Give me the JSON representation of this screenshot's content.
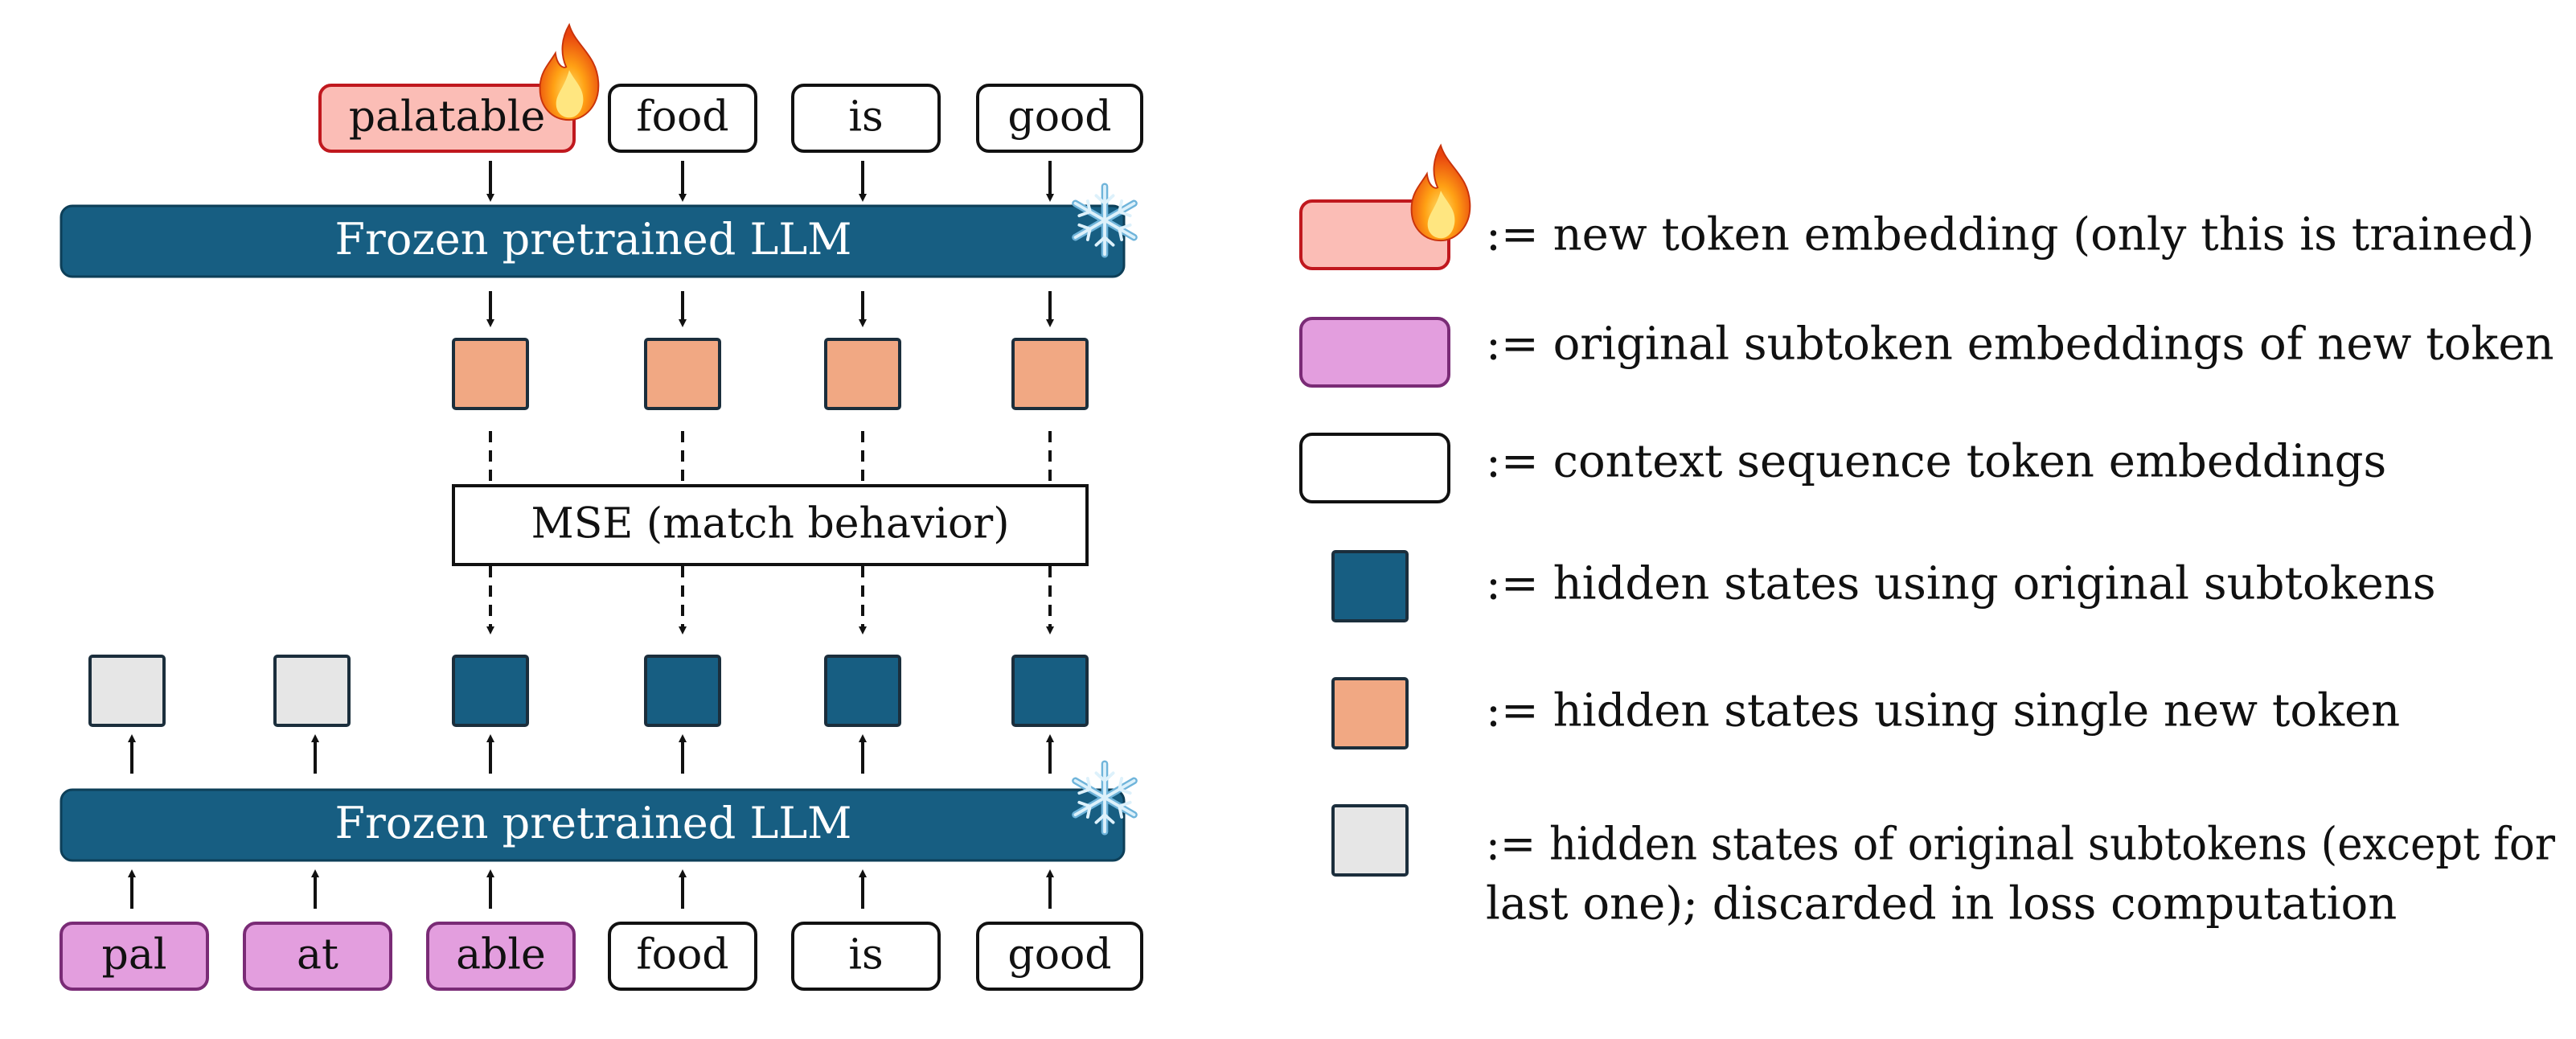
{
  "colors": {
    "new_token_fill": "#FBBDB6",
    "new_token_stroke": "#C0181E",
    "subtoken_fill": "#E39EDE",
    "subtoken_stroke": "#7A2B76",
    "context_fill": "#FFFFFF",
    "context_stroke": "#111111",
    "llm_fill": "#175E82",
    "llm_stroke": "#0D3F58",
    "hidden_original_fill": "#175E82",
    "hidden_new_fill": "#F1A883",
    "hidden_discarded_fill": "#E6E6E6",
    "square_stroke": "#1B2E3C"
  },
  "icons": {
    "trained": "fire-icon",
    "frozen": "snowflake-icon"
  },
  "top_tokens": [
    {
      "text": "palatable",
      "kind": "new"
    },
    {
      "text": "food",
      "kind": "context"
    },
    {
      "text": "is",
      "kind": "context"
    },
    {
      "text": "good",
      "kind": "context"
    }
  ],
  "bottom_tokens": [
    {
      "text": "pal",
      "kind": "subtoken"
    },
    {
      "text": "at",
      "kind": "subtoken"
    },
    {
      "text": "able",
      "kind": "subtoken"
    },
    {
      "text": "food",
      "kind": "context"
    },
    {
      "text": "is",
      "kind": "context"
    },
    {
      "text": "good",
      "kind": "context"
    }
  ],
  "llm_top_label": "Frozen pretrained LLM",
  "llm_bottom_label": "Frozen pretrained LLM",
  "mse_label": "MSE (match behavior)",
  "legend": [
    {
      "swatch": "new",
      "text_lines": [
        ":= new token embedding (only this is trained)"
      ]
    },
    {
      "swatch": "subtoken",
      "text_lines": [
        ":= original subtoken embeddings of new token"
      ]
    },
    {
      "swatch": "context",
      "text_lines": [
        ":= context sequence token embeddings"
      ]
    },
    {
      "swatch": "hidden-original",
      "text_lines": [
        ":= hidden states using original subtokens"
      ]
    },
    {
      "swatch": "hidden-new",
      "text_lines": [
        ":= hidden states using single new token"
      ]
    },
    {
      "swatch": "hidden-discarded",
      "text_lines": [
        ":= hidden states of original subtokens (except for",
        "last one); discarded in loss computation"
      ]
    }
  ]
}
